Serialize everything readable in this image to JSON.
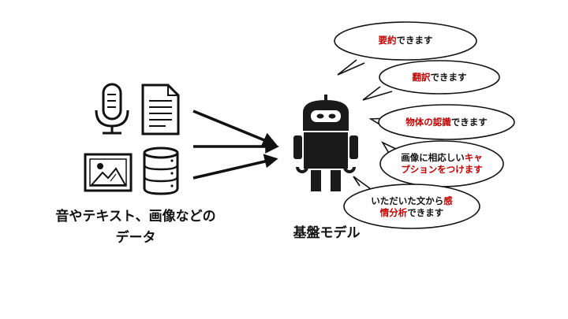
{
  "input_label_line1": "音やテキスト、画像などの",
  "input_label_line2": "データ",
  "model_label": "基盤モデル",
  "bubbles": [
    {
      "highlight": "要約",
      "rest": "できます"
    },
    {
      "highlight": "翻訳",
      "rest": "できます"
    },
    {
      "highlight": "物体の認識",
      "rest": "できます"
    },
    {
      "line1_plain": "画像に相応しい",
      "line1_highlight": "キャ",
      "line2_highlight": "プションをつけます"
    },
    {
      "line1_plain": "いただいた文から",
      "line1_highlight": "感",
      "line2_highlight": "情分析",
      "line2_plain": "できます"
    }
  ],
  "icons": {
    "microphone": "microphone-icon",
    "document": "document-icon",
    "image": "image-icon",
    "database": "database-icon",
    "robot": "robot-icon"
  },
  "colors": {
    "highlight": "#c40000",
    "ink": "#111111"
  }
}
